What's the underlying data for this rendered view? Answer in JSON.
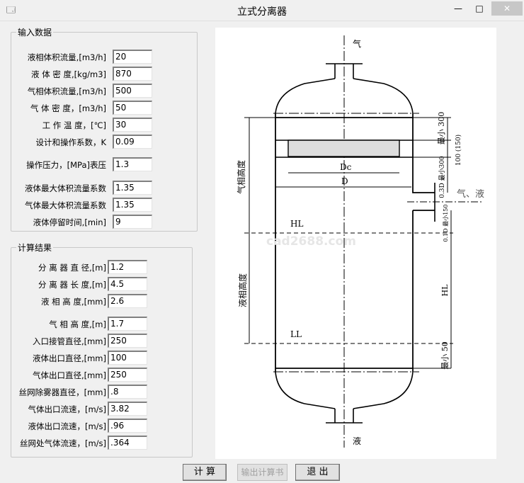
{
  "window": {
    "title": "立式分离器",
    "minimize": "—",
    "maximize": "□",
    "close": "✕"
  },
  "input_group": {
    "title": "输入数据",
    "fields": [
      {
        "label": "液相体积流量,[m3/h]",
        "value": "20"
      },
      {
        "label": "液 体 密 度,[kg/m3]",
        "value": "870"
      },
      {
        "label": "气相体积流量,[m3/h]",
        "value": "500"
      },
      {
        "label": "气 体 密 度，[m3/h]",
        "value": "50"
      },
      {
        "label": "工 作 温 度，[℃]",
        "value": "30"
      },
      {
        "label": "设计和操作系数，K",
        "value": "0.09"
      },
      {
        "label": "操作压力，[MPa]表压",
        "value": "1.3"
      },
      {
        "label": "液体最大体积流量系数",
        "value": "1.35"
      },
      {
        "label": "气体最大体积流量系数",
        "value": "1.35"
      },
      {
        "label": "液体停留时间,[min]",
        "value": "9"
      }
    ]
  },
  "result_group": {
    "title": "计算结果",
    "fields": [
      {
        "label": "分 离 器 直 径,[m]",
        "value": "1.2"
      },
      {
        "label": "分 离 器 长 度,[m]",
        "value": "4.5"
      },
      {
        "label": "液 相 高 度,[mm]",
        "value": "2.6"
      },
      {
        "label": "气 相 高 度,[m]",
        "value": "1.7"
      },
      {
        "label": "入口接管直径,[mm]",
        "value": "250"
      },
      {
        "label": "液体出口直径,[mm]",
        "value": "100"
      },
      {
        "label": "气体出口直径,[mm]",
        "value": "250"
      },
      {
        "label": "丝网除雾器直径，[mm]",
        "value": ".8"
      },
      {
        "label": "气体出口流速，[m/s]",
        "value": "3.82"
      },
      {
        "label": "液体出口流速，[m/s]",
        "value": ".96"
      },
      {
        "label": "丝网处气体流速，[m/s]",
        "value": ".364"
      }
    ]
  },
  "buttons": {
    "calculate": "计 算",
    "export": "输出计算书",
    "exit": "退 出"
  },
  "diagram": {
    "gas_out": "气",
    "liquid_out": "液",
    "inlet": "气、液",
    "dc": "Dc",
    "d": "D",
    "hl": "HL",
    "ll": "LL",
    "gas_height": "气相高度",
    "liquid_height": "液相高度",
    "dim_top": "最小 300",
    "dim_mesh": "100 (150)",
    "dim_03d": "0.3D 最小300",
    "dim_01d": "0.1D 最小150",
    "dim_hl": "HL",
    "dim_bottom": "最小 50",
    "watermark": "cad2688.com"
  }
}
